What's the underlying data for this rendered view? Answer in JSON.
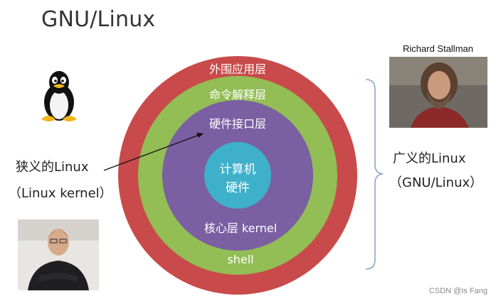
{
  "title": "GNU/Linux",
  "layers": {
    "outer": "外围应用层",
    "command": "命令解释层",
    "interface": "硬件接口层",
    "core_line1": "计算机",
    "core_line2": "硬件",
    "kernel": "核心层 kernel",
    "shell": "shell"
  },
  "left_label": {
    "line1": "狭义的Linux",
    "line2": "（Linux kernel）"
  },
  "right_label": {
    "line1": "广义的Linux",
    "line2": "（GNU/Linux）"
  },
  "photo_caption": "Richard Stallman",
  "watermark": "CSDN @Is Fang",
  "colors": {
    "outer_ring": "#c94a4a",
    "middle_ring": "#93bd55",
    "inner_ring": "#7a5fa3",
    "core": "#3fb0c9",
    "label_text": "#ffffff"
  },
  "icons": [
    "tux-penguin-icon"
  ]
}
